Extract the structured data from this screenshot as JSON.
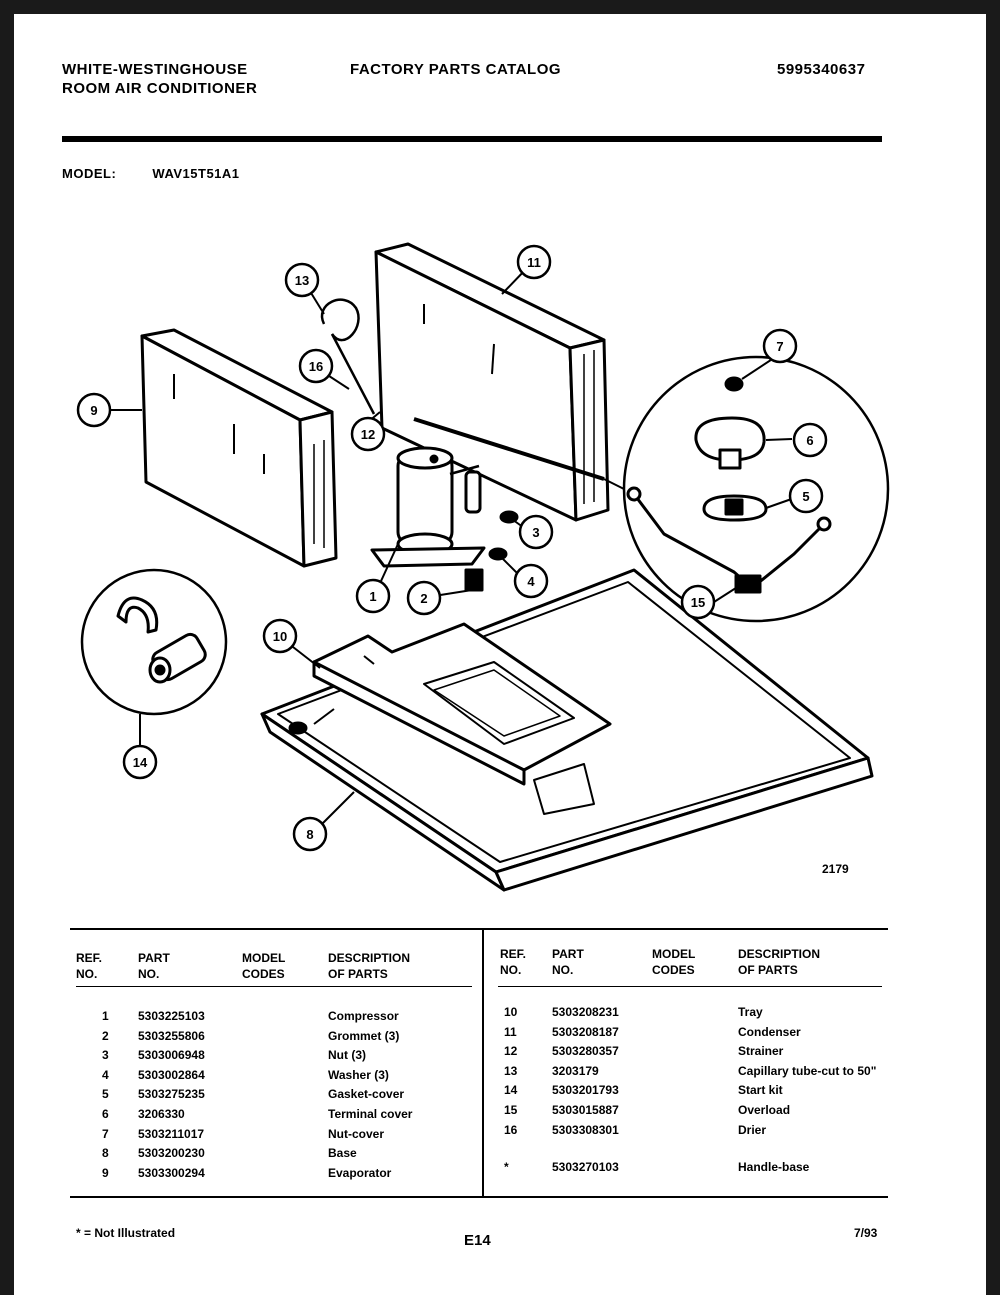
{
  "header": {
    "brand_line1": "WHITE-WESTINGHOUSE",
    "brand_line2": "ROOM AIR CONDITIONER",
    "catalog_title": "FACTORY PARTS CATALOG",
    "catalog_number": "5995340637"
  },
  "model": {
    "label": "MODEL:",
    "value": "WAV15T51A1"
  },
  "figure": {
    "number": "2179",
    "callouts": [
      "1",
      "2",
      "3",
      "4",
      "5",
      "6",
      "7",
      "8",
      "9",
      "10",
      "11",
      "12",
      "13",
      "14",
      "15",
      "16"
    ]
  },
  "table": {
    "headers": {
      "ref": "REF.\nNO.",
      "part": "PART\nNO.",
      "model": "MODEL\nCODES",
      "desc": "DESCRIPTION\nOF PARTS"
    },
    "left_rows": [
      {
        "ref": "1",
        "part": "5303225103",
        "model": "",
        "desc": "Compressor"
      },
      {
        "ref": "2",
        "part": "5303255806",
        "model": "",
        "desc": "Grommet (3)"
      },
      {
        "ref": "3",
        "part": "5303006948",
        "model": "",
        "desc": "Nut (3)"
      },
      {
        "ref": "4",
        "part": "5303002864",
        "model": "",
        "desc": "Washer (3)"
      },
      {
        "ref": "5",
        "part": "5303275235",
        "model": "",
        "desc": "Gasket-cover"
      },
      {
        "ref": "6",
        "part": "3206330",
        "model": "",
        "desc": "Terminal cover"
      },
      {
        "ref": "7",
        "part": "5303211017",
        "model": "",
        "desc": "Nut-cover"
      },
      {
        "ref": "8",
        "part": "5303200230",
        "model": "",
        "desc": "Base"
      },
      {
        "ref": "9",
        "part": "5303300294",
        "model": "",
        "desc": "Evaporator"
      }
    ],
    "right_rows": [
      {
        "ref": "10",
        "part": "5303208231",
        "model": "",
        "desc": "Tray"
      },
      {
        "ref": "11",
        "part": "5303208187",
        "model": "",
        "desc": "Condenser"
      },
      {
        "ref": "12",
        "part": "5303280357",
        "model": "",
        "desc": "Strainer"
      },
      {
        "ref": "13",
        "part": "3203179",
        "model": "",
        "desc": "Capillary tube-cut to 50\""
      },
      {
        "ref": "14",
        "part": "5303201793",
        "model": "",
        "desc": "Start kit"
      },
      {
        "ref": "15",
        "part": "5303015887",
        "model": "",
        "desc": "Overload"
      },
      {
        "ref": "16",
        "part": "5303308301",
        "model": "",
        "desc": "Drier"
      },
      {
        "ref": "*",
        "part": "5303270103",
        "model": "",
        "desc": "Handle-base"
      }
    ]
  },
  "footer": {
    "footnote": "* = Not Illustrated",
    "page_id": "E14",
    "date_code": "7/93"
  }
}
